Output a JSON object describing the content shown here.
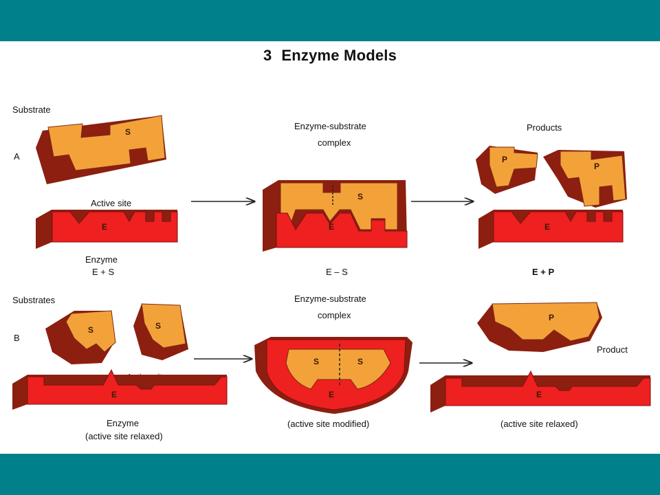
{
  "title": {
    "number": "3",
    "text": "Enzyme Models"
  },
  "colors": {
    "header_bar": "#00808a",
    "enzyme": "#ee2020",
    "substrate": "#f3a23a",
    "shadow": "#8c1f10"
  },
  "panel_a": {
    "row_label": "A",
    "substrate_label": "Substrate",
    "active_site_label": "Active site",
    "enzyme_label": "Enzyme",
    "eq1": "E + S",
    "complex_label_1": "Enzyme-substrate",
    "complex_label_2": "complex",
    "eq2": "E – S",
    "products_label": "Products",
    "eq3": "E + P",
    "letter_e": "E",
    "letter_s": "S",
    "letter_p": "P"
  },
  "panel_b": {
    "row_label": "B",
    "substrates_label": "Substrates",
    "active_site_label": "Active site",
    "enzyme_label": "Enzyme",
    "relaxed_label": "(active site relaxed)",
    "complex_label_1": "Enzyme-substrate",
    "complex_label_2": "complex",
    "modified_label": "(active site modified)",
    "product_label": "Product",
    "relaxed_label_2": "(active site relaxed)",
    "letter_e": "E",
    "letter_s": "S",
    "letter_p": "P"
  }
}
